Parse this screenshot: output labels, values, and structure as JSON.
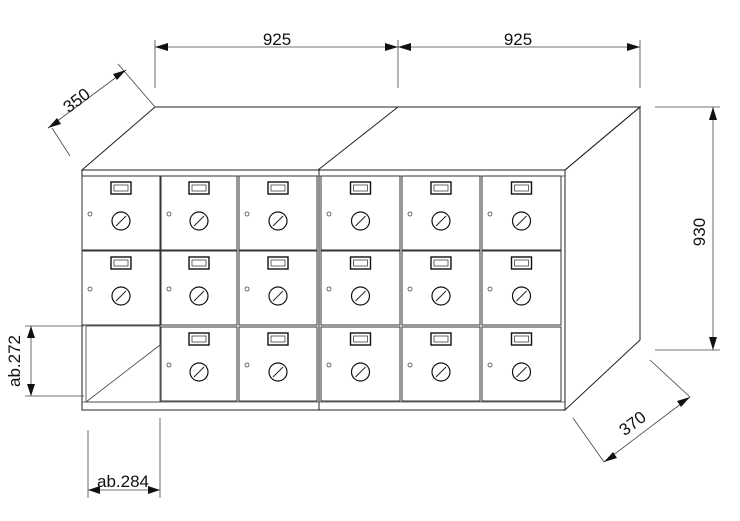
{
  "dimensions": {
    "left_width": "925",
    "right_width": "925",
    "depth_top": "350",
    "height": "930",
    "depth_bottom": "370",
    "open_height": "ab.272",
    "open_width": "ab.284"
  },
  "locker": {
    "columns": 6,
    "rows": 3,
    "open_compartment": "bottom-left"
  },
  "icons": {
    "name_plate": "name-plate-icon",
    "key_lock": "key-lock-icon"
  },
  "colors": {
    "line": "#222222",
    "background": "#ffffff"
  }
}
